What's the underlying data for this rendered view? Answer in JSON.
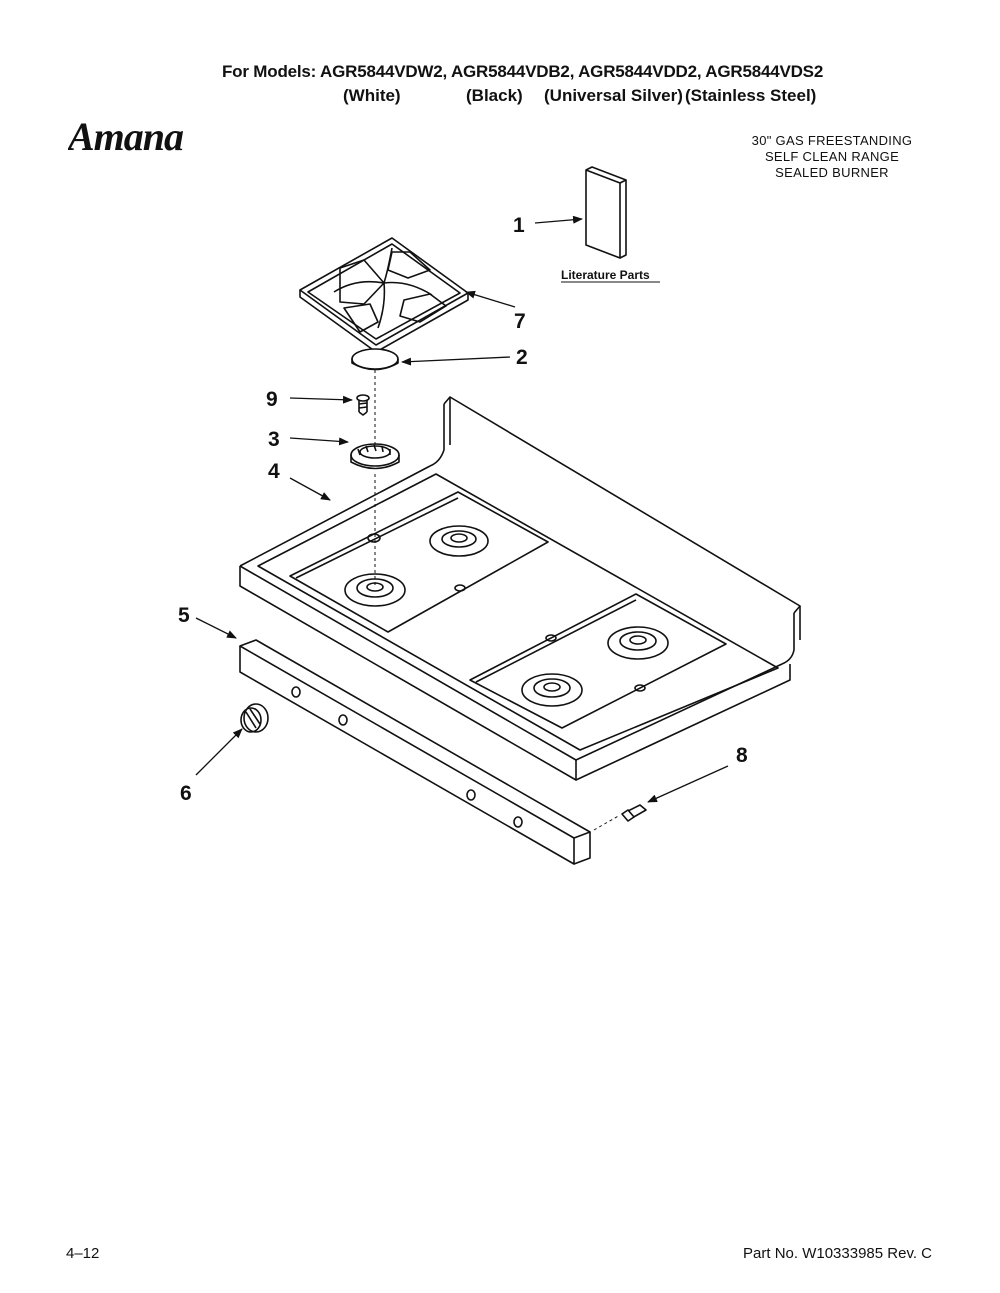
{
  "header": {
    "models_label": "For Models: AGR5844VDW2, AGR5844VDB2, AGR5844VDD2, AGR5844VDS2",
    "colors": [
      "(White)",
      "(Black)",
      "(Universal Silver)",
      "(Stainless Steel)"
    ]
  },
  "brand": {
    "logo_text": "Amana"
  },
  "product": {
    "lines": [
      "30\" GAS FREESTANDING",
      "SELF CLEAN RANGE",
      "SEALED BURNER"
    ]
  },
  "diagram": {
    "literature_label": "Literature Parts",
    "callouts": [
      {
        "id": "1",
        "label": "1"
      },
      {
        "id": "2",
        "label": "2"
      },
      {
        "id": "3",
        "label": "3"
      },
      {
        "id": "4",
        "label": "4"
      },
      {
        "id": "5",
        "label": "5"
      },
      {
        "id": "6",
        "label": "6"
      },
      {
        "id": "7",
        "label": "7"
      },
      {
        "id": "8",
        "label": "8"
      },
      {
        "id": "9",
        "label": "9"
      }
    ]
  },
  "footer": {
    "page_number": "4–12",
    "part_number": "Part No. W10333985 Rev. C"
  }
}
